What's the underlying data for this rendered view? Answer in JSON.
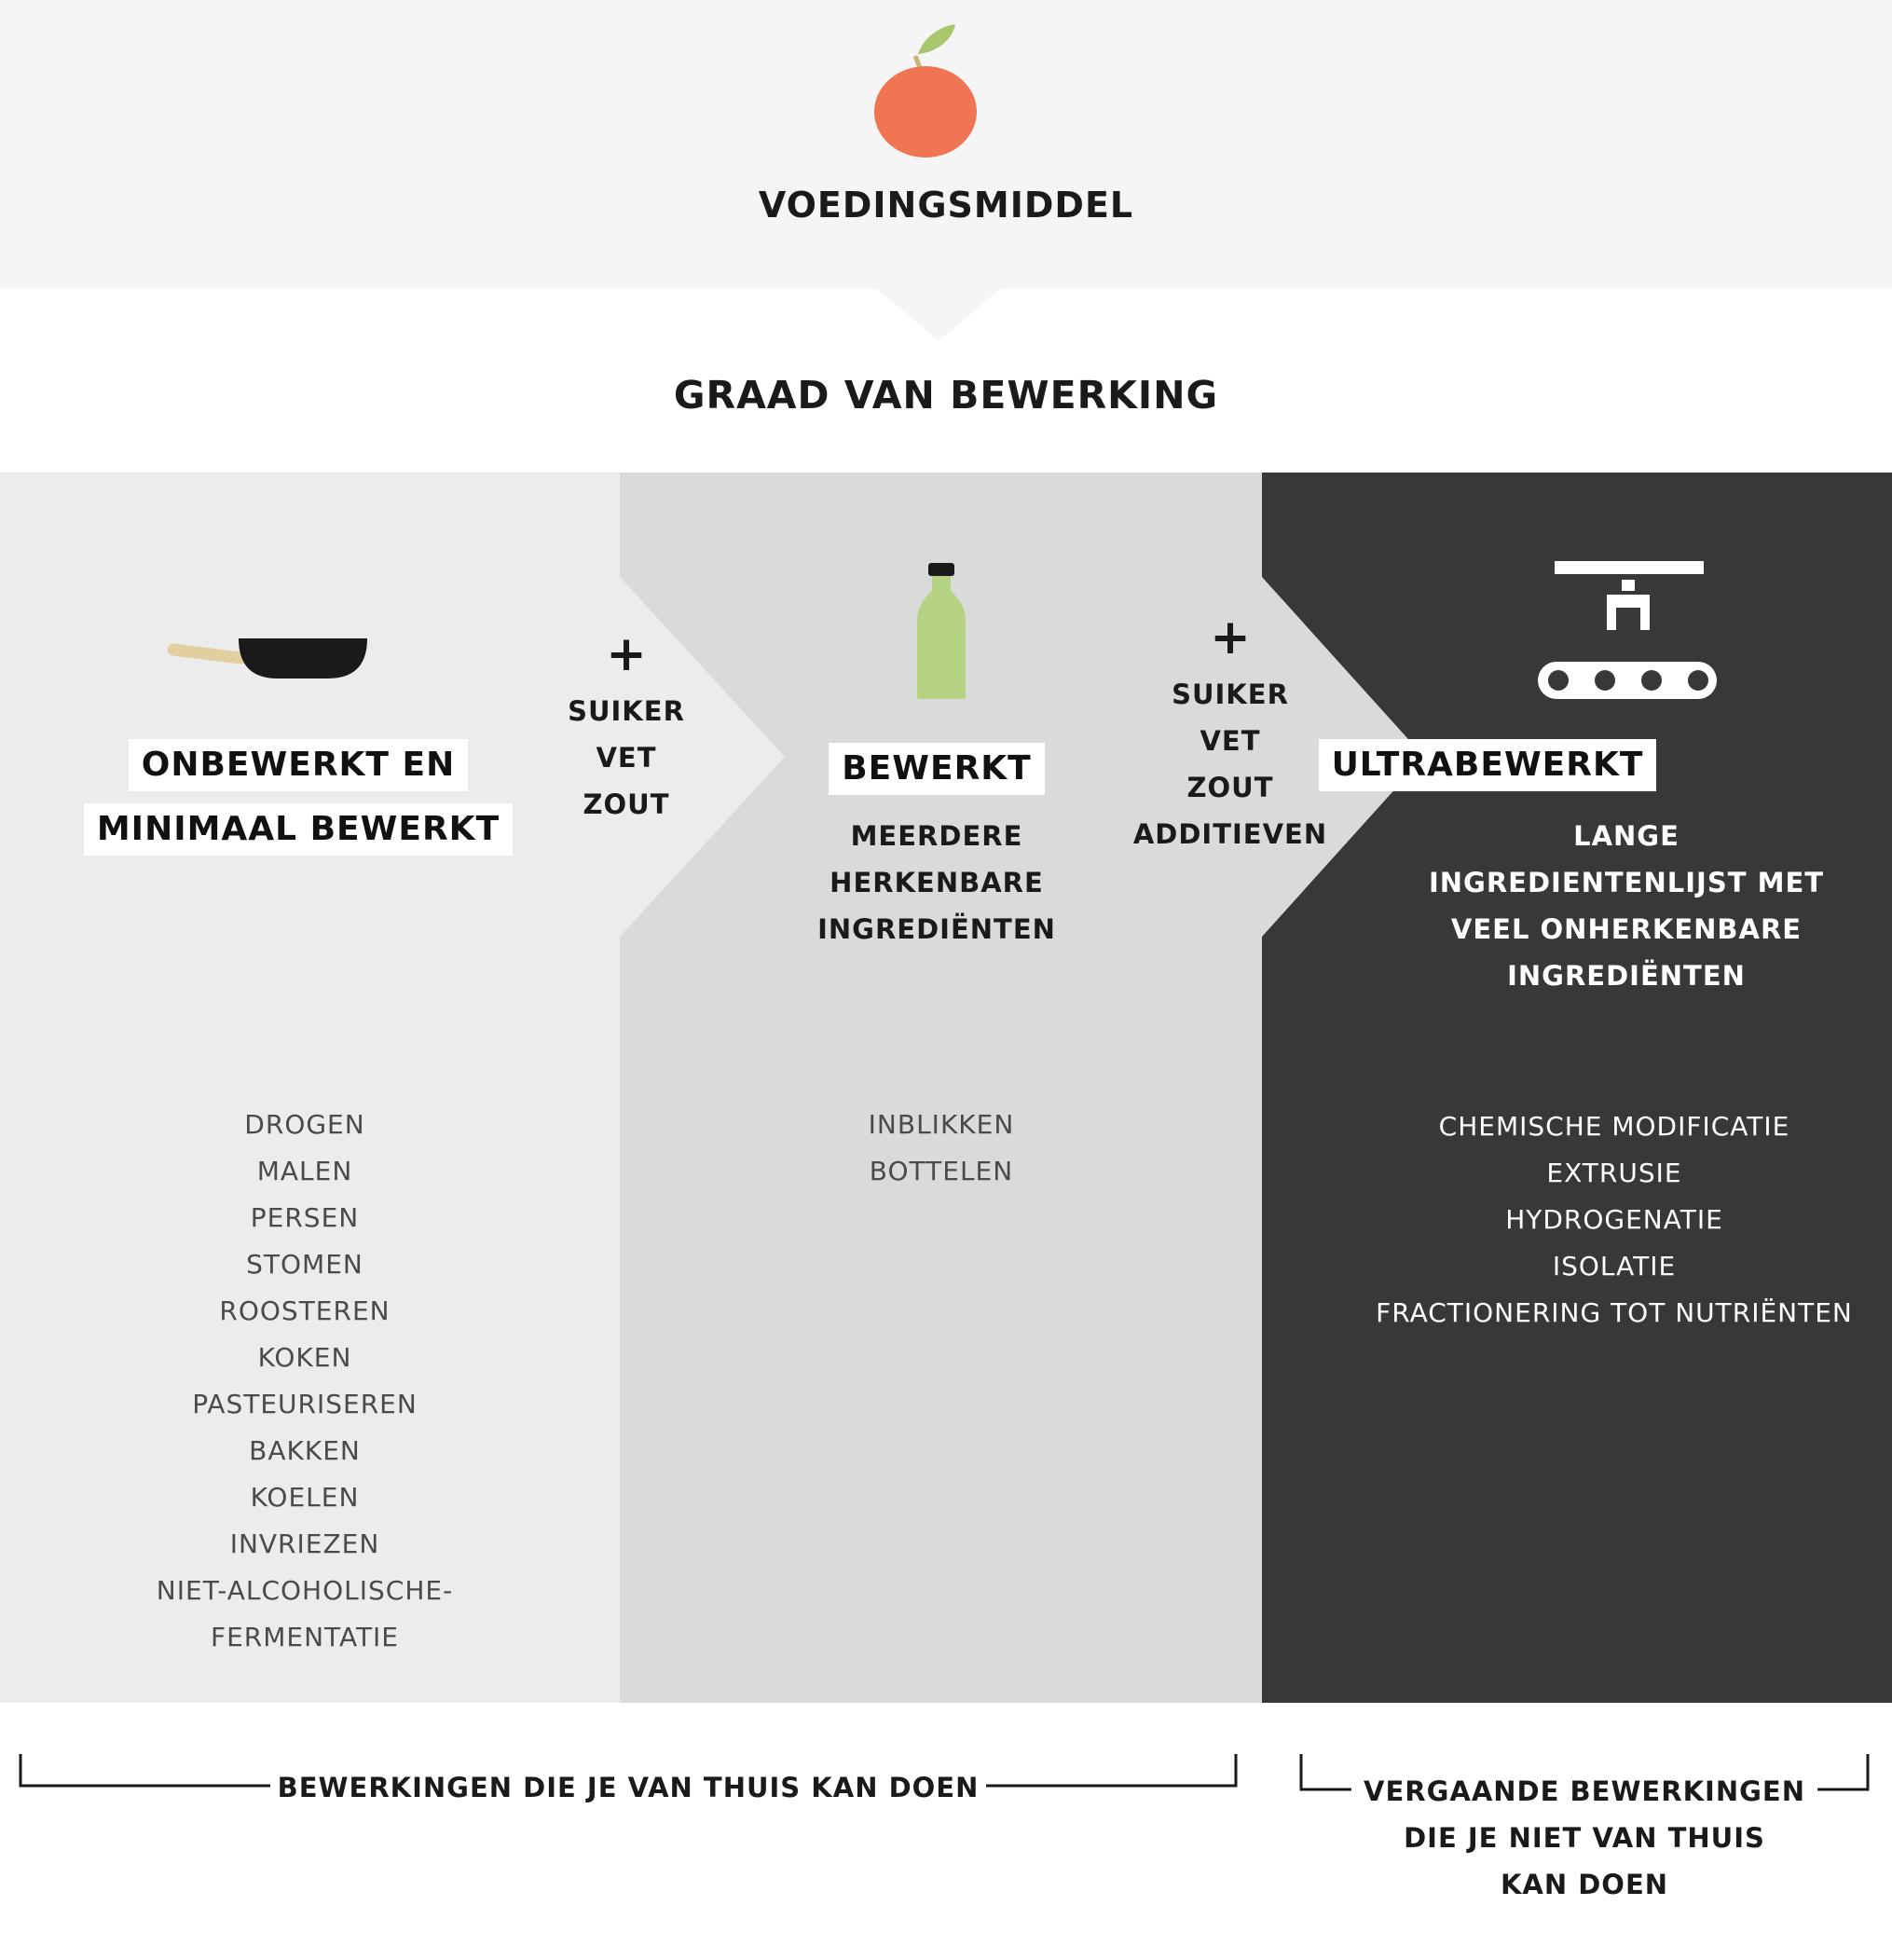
{
  "header": {
    "title": "VOEDINGSMIDDEL",
    "icon": "apple-icon"
  },
  "subtitle": "GRAAD VAN BEWERKING",
  "colors": {
    "col1": "#ececec",
    "col2": "#d9dada",
    "col3": "#383837",
    "apple": "#ef7553",
    "leaf": "#a8c66c",
    "bottle": "#b5d382"
  },
  "columns": [
    {
      "icon": "frying-pan-icon",
      "label_lines": [
        "ONBEWERKT EN",
        "MINIMAAL BEWERKT"
      ],
      "processes": [
        "DROGEN",
        "MALEN",
        "PERSEN",
        "STOMEN",
        "ROOSTEREN",
        "KOKEN",
        "PASTEURISEREN",
        "BAKKEN",
        "KOELEN",
        "INVRIEZEN",
        "NIET-ALCOHOLISCHE-",
        "FERMENTATIE"
      ]
    },
    {
      "icon": "bottle-icon",
      "label": "BEWERKT",
      "description": [
        "MEERDERE",
        "HERKENBARE",
        "INGREDIËNTEN"
      ],
      "processes": [
        "INBLIKKEN",
        "BOTTELEN"
      ]
    },
    {
      "icon": "conveyor-icon",
      "label": "ULTRABEWERKT",
      "description": [
        "LANGE",
        "INGREDIENTENLIJST MET",
        "VEEL ONHERKENBARE",
        "INGREDIËNTEN"
      ],
      "processes": [
        "CHEMISCHE MODIFICATIE",
        "EXTRUSIE",
        "HYDROGENATIE",
        "ISOLATIE",
        "FRACTIONERING TOT NUTRIËNTEN"
      ]
    }
  ],
  "additions": [
    {
      "plus": "+",
      "items": [
        "SUIKER",
        "VET",
        "ZOUT"
      ]
    },
    {
      "plus": "+",
      "items": [
        "SUIKER",
        "VET",
        "ZOUT",
        "ADDITIEVEN"
      ]
    }
  ],
  "footer": {
    "left": "BEWERKINGEN DIE JE VAN THUIS KAN DOEN",
    "right": [
      "VERGAANDE BEWERKINGEN",
      "DIE JE NIET VAN THUIS",
      "KAN DOEN"
    ]
  }
}
